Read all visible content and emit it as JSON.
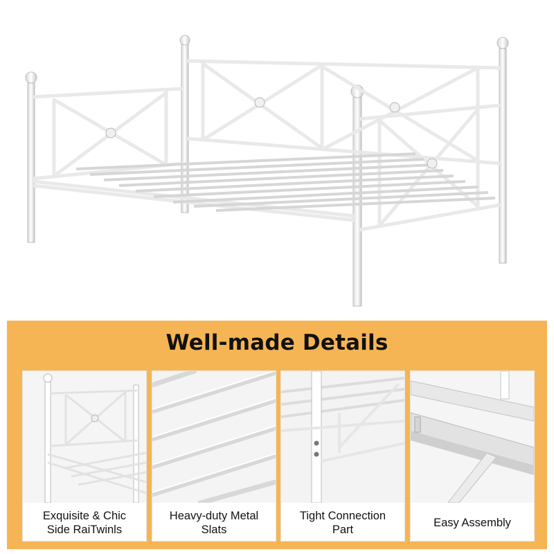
{
  "panel": {
    "title": "Well-made Details",
    "background_color": "#f6b554"
  },
  "details": [
    {
      "caption": "Exquisite & Chic\nSide RaiTwinls"
    },
    {
      "caption": "Heavy-duty Metal\nSlats"
    },
    {
      "caption": "Tight Connection\nPart"
    },
    {
      "caption": "Easy Assembly"
    }
  ],
  "colors": {
    "frame": "#f4f4f4",
    "frame_shadow": "#b9b9b9"
  }
}
